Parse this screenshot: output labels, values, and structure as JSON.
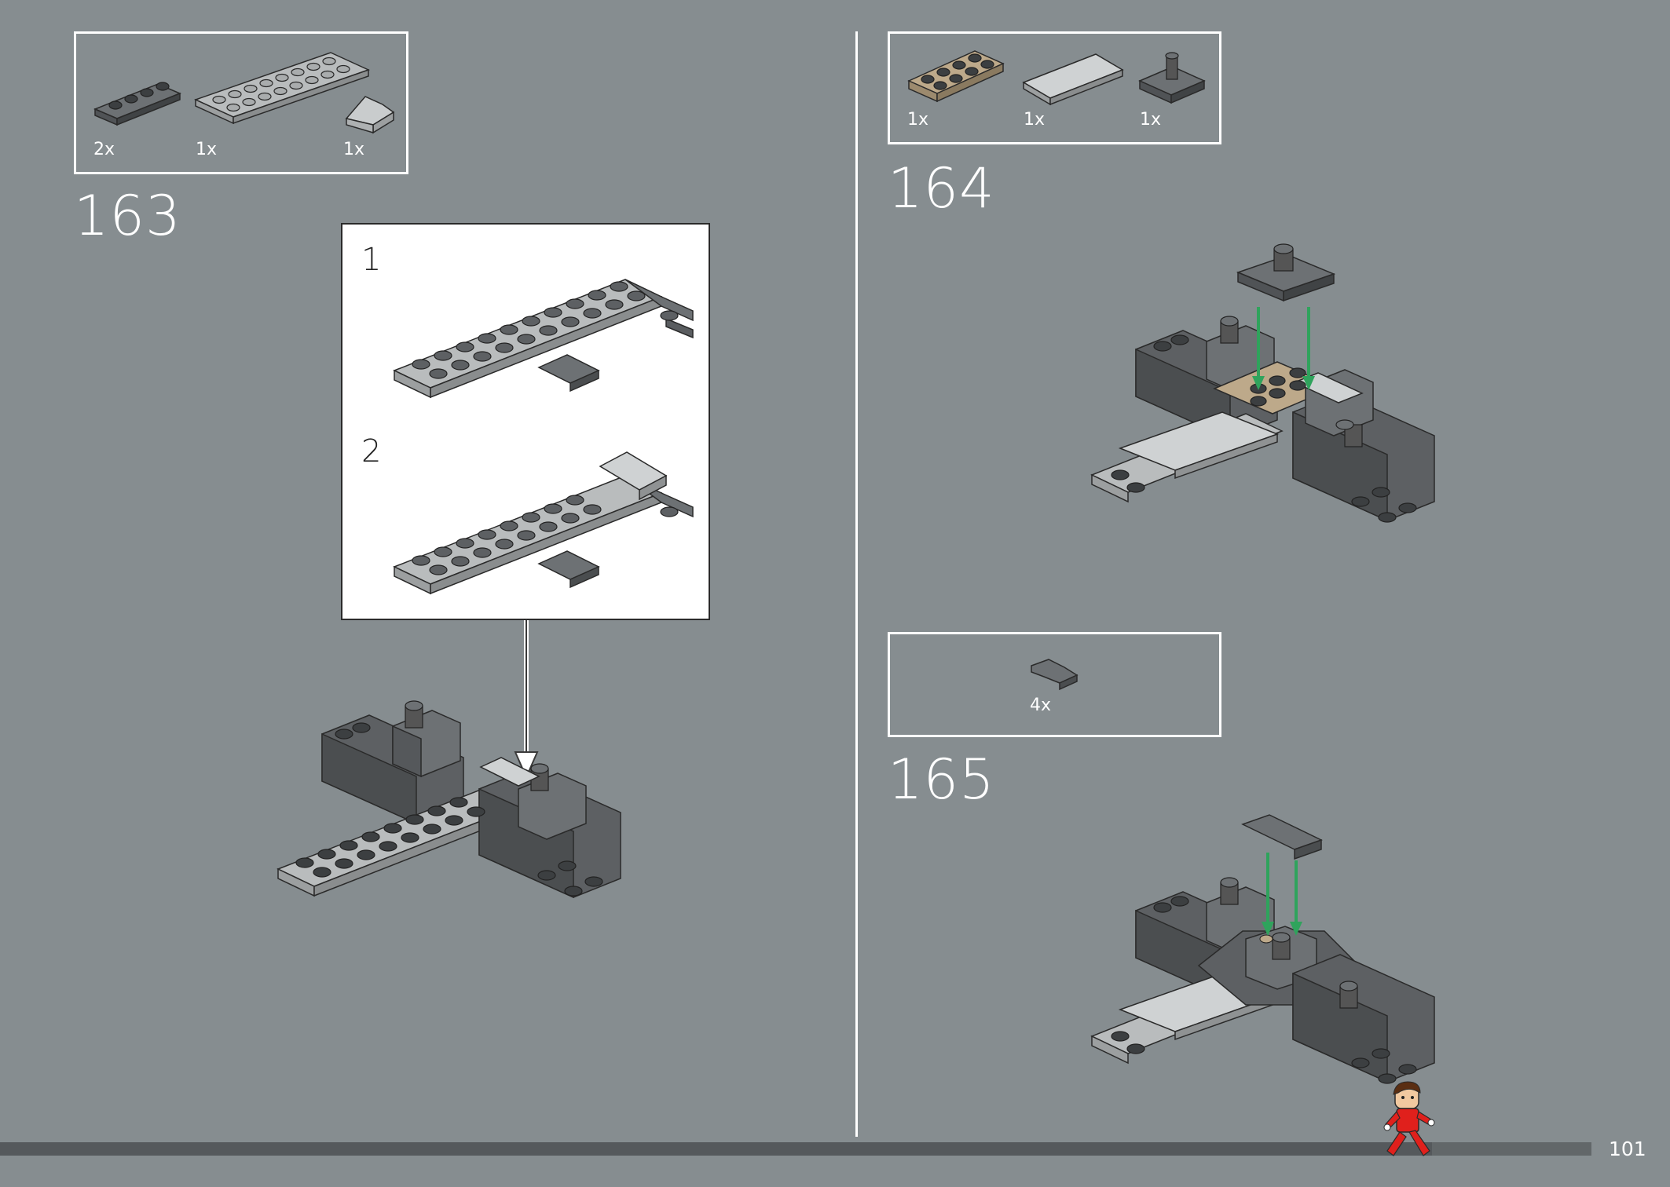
{
  "page_number": "101",
  "progress": {
    "percent": 90
  },
  "steps": [
    {
      "number": "163",
      "parts": [
        "2x",
        "1x",
        "1x"
      ],
      "substeps": [
        "1",
        "2"
      ]
    },
    {
      "number": "164",
      "parts": [
        "1x",
        "1x",
        "1x"
      ]
    },
    {
      "number": "165",
      "parts": [
        "4x"
      ]
    }
  ],
  "colors": {
    "background": "#868d90",
    "dark_brick": "#5d6063",
    "light_brick": "#b9bcbd",
    "tan_brick": "#bda98a",
    "arrow": "#2fa35c",
    "minifig": "#e0201c"
  }
}
